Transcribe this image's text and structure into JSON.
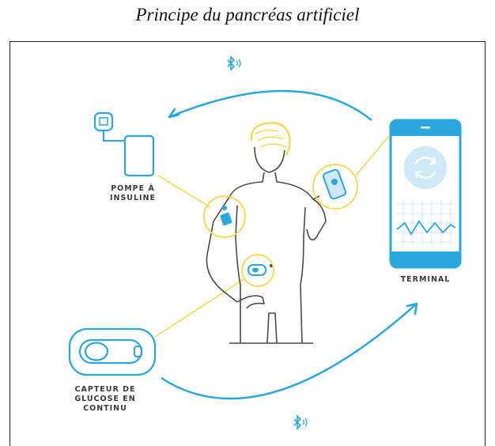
{
  "title": "Principe du pancréas artificiel",
  "labels": {
    "pump_line1": "POMPE À",
    "pump_line2": "INSULINE",
    "terminal": "TERMINAL",
    "sensor_line1": "CAPTEUR DE",
    "sensor_line2": "GLUCOSE EN",
    "sensor_line3": "CONTINU"
  },
  "colors": {
    "accent_blue": "#29a8e0",
    "light_blue": "#cfe9f7",
    "yellow": "#f5d94a",
    "outline": "#4a4a4a"
  },
  "icons": {
    "bluetooth_top": "bluetooth-icon",
    "bluetooth_bottom": "bluetooth-icon",
    "refresh": "refresh-icon"
  }
}
